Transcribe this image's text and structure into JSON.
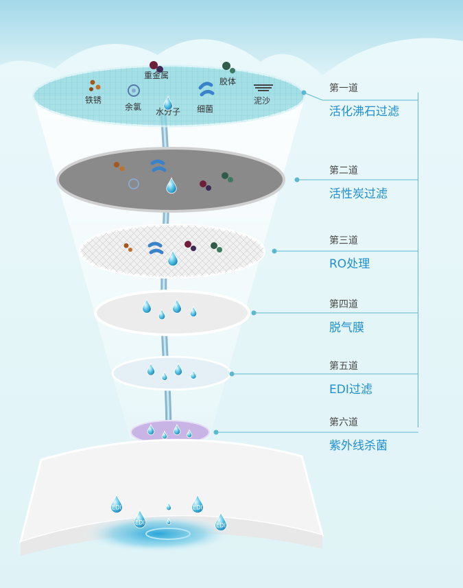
{
  "diagram": {
    "contaminants": [
      "重金属",
      "胶体",
      "铁锈",
      "余氯",
      "水分子",
      "细菌",
      "泥沙"
    ],
    "stages": [
      {
        "num": "第一道",
        "name": "活化沸石过滤"
      },
      {
        "num": "第二道",
        "name": "活性炭过滤"
      },
      {
        "num": "第三道",
        "name": "RO处理"
      },
      {
        "num": "第四道",
        "name": "脱气膜"
      },
      {
        "num": "第五道",
        "name": "EDI过滤"
      },
      {
        "num": "第六道",
        "name": "紫外线杀菌"
      }
    ],
    "drop_label": "EDI"
  },
  "colors": {
    "accent": "#1e8fd0",
    "line": "#5cb8cf",
    "layer1": "#8fd8e0",
    "layer2": "#8a8a8a",
    "layer6": "#c9b4e6"
  }
}
